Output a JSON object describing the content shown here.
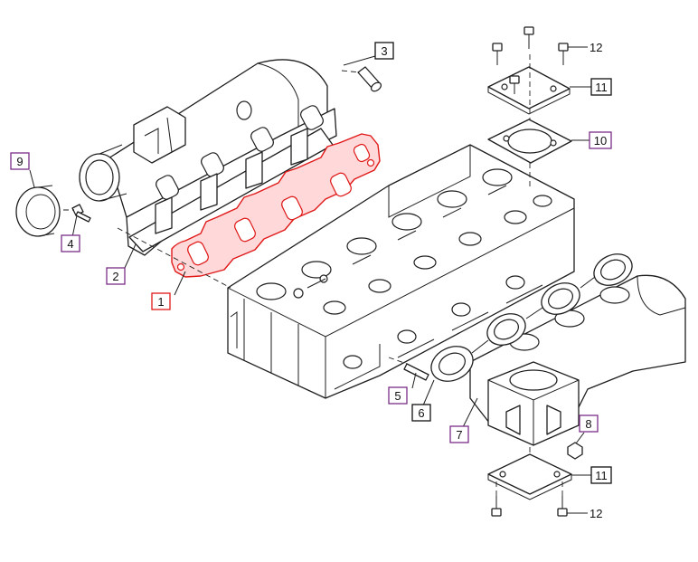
{
  "diagram": {
    "colors": {
      "line": "#1e1e1e",
      "highlight": "#e01818",
      "highlight_fill": "#ffd9d9",
      "box_purple": "#7a2d86",
      "box_black": "#111111",
      "box_red": "#e01818"
    },
    "labels": [
      {
        "id": "callout-1",
        "text": "1",
        "box": "red"
      },
      {
        "id": "callout-2",
        "text": "2",
        "box": "purple"
      },
      {
        "id": "callout-3",
        "text": "3",
        "box": "black"
      },
      {
        "id": "callout-4",
        "text": "4",
        "box": "purple"
      },
      {
        "id": "callout-5",
        "text": "5",
        "box": "purple"
      },
      {
        "id": "callout-6",
        "text": "6",
        "box": "black"
      },
      {
        "id": "callout-7",
        "text": "7",
        "box": "purple"
      },
      {
        "id": "callout-8",
        "text": "8",
        "box": "purple"
      },
      {
        "id": "callout-9",
        "text": "9",
        "box": "purple"
      },
      {
        "id": "callout-10",
        "text": "10",
        "box": "purple"
      },
      {
        "id": "callout-11-top",
        "text": "11",
        "box": "black"
      },
      {
        "id": "callout-11-bottom",
        "text": "11",
        "box": "black"
      },
      {
        "id": "callout-12-top",
        "text": "12",
        "box": "none"
      },
      {
        "id": "callout-12-bottom",
        "text": "12",
        "box": "none"
      }
    ]
  }
}
